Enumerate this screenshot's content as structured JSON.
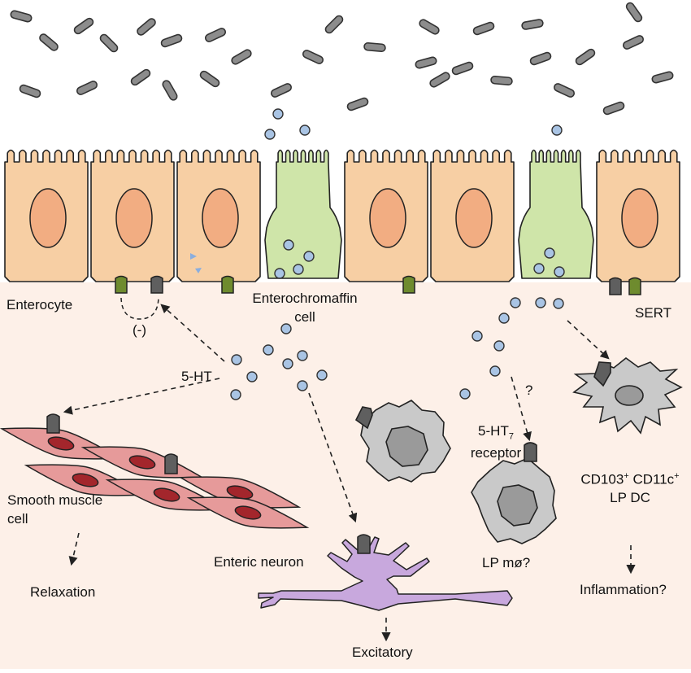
{
  "labels": {
    "enterocyte": "Enterocyte",
    "ec_line1": "Enterochromaffin",
    "ec_line2": "cell",
    "sert": "SERT",
    "inhibit": "(-)",
    "serotonin": "5-HT",
    "smc_line1": "Smooth muscle",
    "smc_line2": "cell",
    "relaxation": "Relaxation",
    "enteric_neuron": "Enteric neuron",
    "excitatory": "Excitatory",
    "ht7_prefix": "5-HT",
    "ht7_sub": "7",
    "ht7_line2": "receptor",
    "question": "?",
    "macrophage": "LP mø?",
    "dc_cd103": "CD103",
    "dc_cd103_sup": "+",
    "dc_cd11c": " CD11c",
    "dc_cd11c_sup": "+",
    "dc_line2": "LP DC",
    "inflammation": "Inflammation?"
  },
  "colors": {
    "enterocyte_fill": "#f7cfa4",
    "enterocyte_nucleus": "#f2ad82",
    "ec_cell_fill": "#cfe5a9",
    "lamina_propria_bg": "#fdf0e8",
    "serotonin_dot": "#a9c4e4",
    "receptor_green": "#6e8b2e",
    "receptor_grey": "#5f5f5f",
    "bacteria": "#8c8c8c",
    "smooth_muscle": "#e69a9a",
    "smooth_muscle_nucleus": "#a3262c",
    "neuron": "#c8a8dd",
    "immune_cell": "#c9c9c9"
  },
  "icons": [
    "bacteria-icon",
    "serotonin-molecule-icon",
    "receptor-icon",
    "smooth-muscle-cell-icon",
    "neuron-icon",
    "macrophage-icon",
    "dendritic-cell-icon"
  ]
}
